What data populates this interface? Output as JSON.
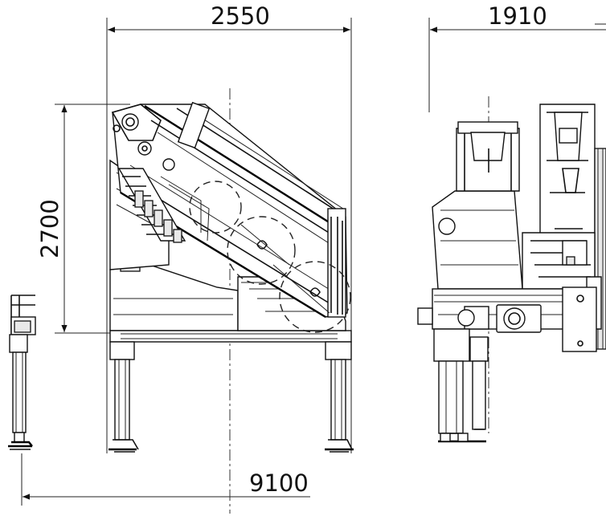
{
  "dimensions": {
    "width_front": "2550",
    "width_side": "1910",
    "height": "2700",
    "outreach": "9100"
  },
  "colors": {
    "line": "#111111",
    "background": "#ffffff",
    "fill": "#e9e9e9"
  }
}
